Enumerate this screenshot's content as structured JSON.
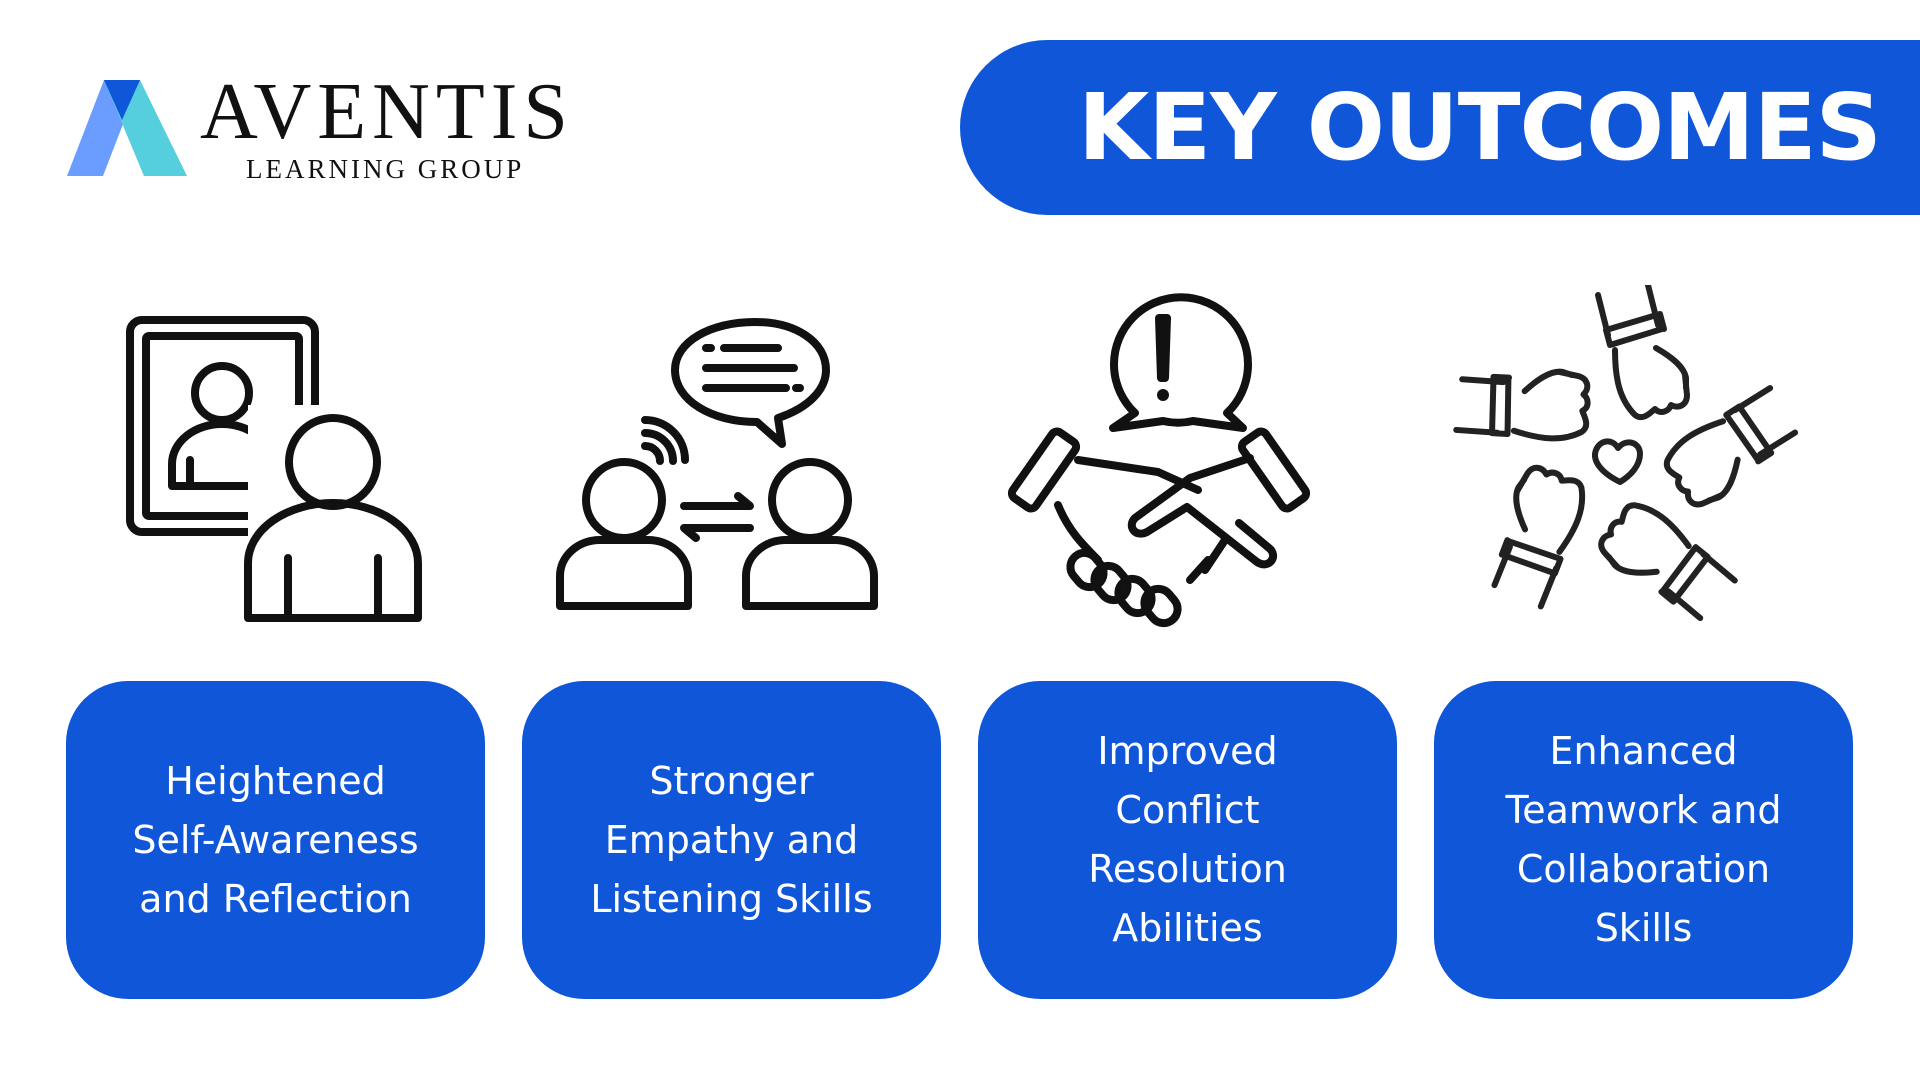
{
  "logo": {
    "brand": "AVENTIS",
    "subtitle": "LEARNING GROUP",
    "colors": {
      "left": "#6B9CFF",
      "right": "#55CEDD",
      "top": "#0F56D9"
    }
  },
  "header": {
    "title": "KEY OUTCOMES"
  },
  "accent_color": "#0F56D9",
  "outcomes": [
    {
      "icon": "self-reflection-portrait-icon",
      "label": "Heightened\nSelf-Awareness\nand Reflection"
    },
    {
      "icon": "conversation-listening-icon",
      "label": "Stronger\nEmpathy and\nListening Skills"
    },
    {
      "icon": "handshake-alert-icon",
      "label": "Improved\nConflict\nResolution\nAbilities"
    },
    {
      "icon": "teamwork-fists-heart-icon",
      "label": "Enhanced\nTeamwork and\nCollaboration\nSkills"
    }
  ]
}
